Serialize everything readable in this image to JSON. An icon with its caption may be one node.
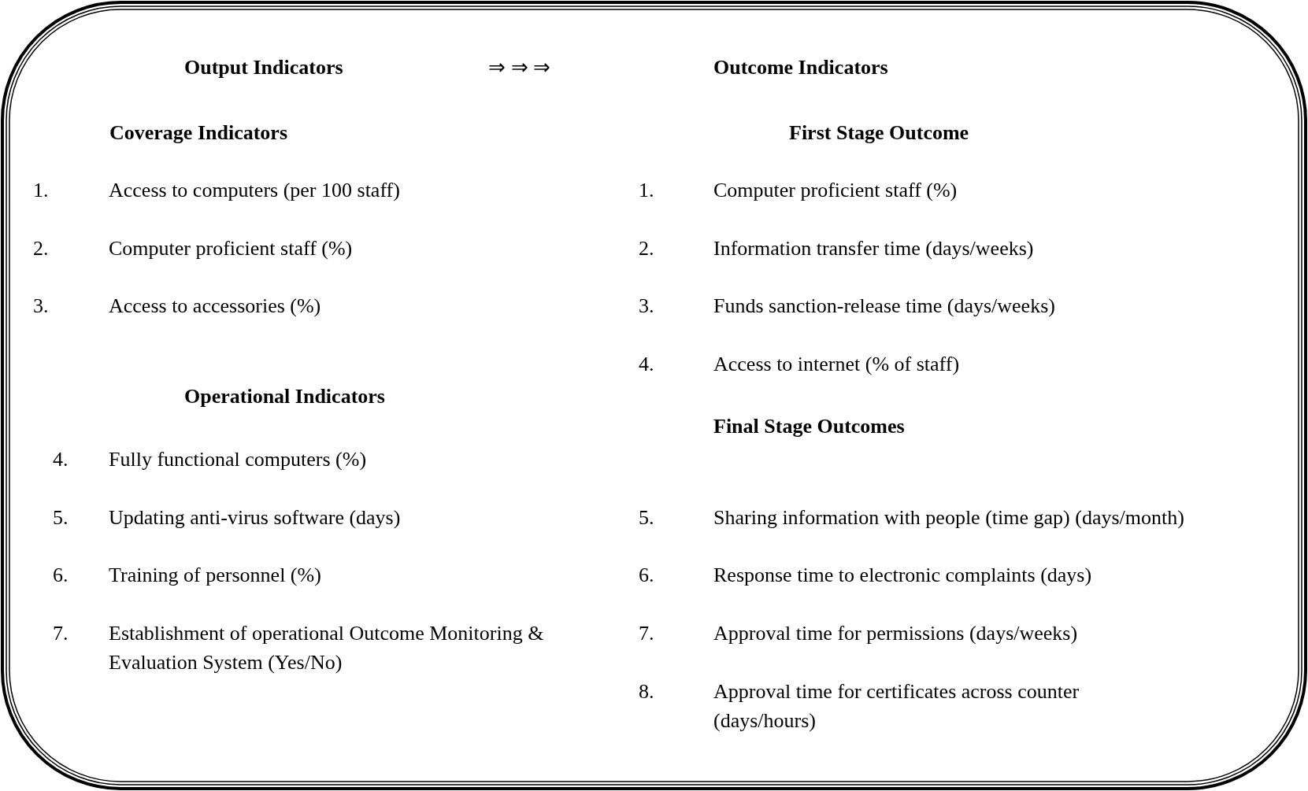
{
  "diagram": {
    "nodes": [
      {
        "text": [
          "Output Indicators",
          "⇒ ⇒ ⇒",
          "Outcome Indicators",
          "Coverage Indicators",
          "1.",
          "Access to computers (per 100 staff)",
          "2.",
          "Computer proficient staff (%)",
          "3.",
          "Access to accessories (%)",
          "Operational Indicators",
          "4.",
          "Fully functional computers (%)",
          "5.",
          "Updating anti-virus software (days)",
          "6.",
          "Training of personnel (%)",
          "7.",
          "Establishment of operational Outcome Monitoring & Evaluation System (Yes/No)",
          "First Stage Outcome",
          "1.",
          "Computer proficient staff (%)",
          "2.",
          "Information transfer time (days/weeks)",
          "3.",
          "Funds sanction-release time (days/weeks)",
          "4.",
          "Access to internet (% of staff)",
          "Final Stage Outcomes",
          "5.",
          "Sharing information with people (time gap) (days/month)",
          "6.",
          "Response time to electronic complaints (days)",
          "7.",
          "Approval time for permissions (days/weeks)",
          "8.",
          "Approval time for certificates across counter (days/hours)"
        ]
      }
    ]
  }
}
